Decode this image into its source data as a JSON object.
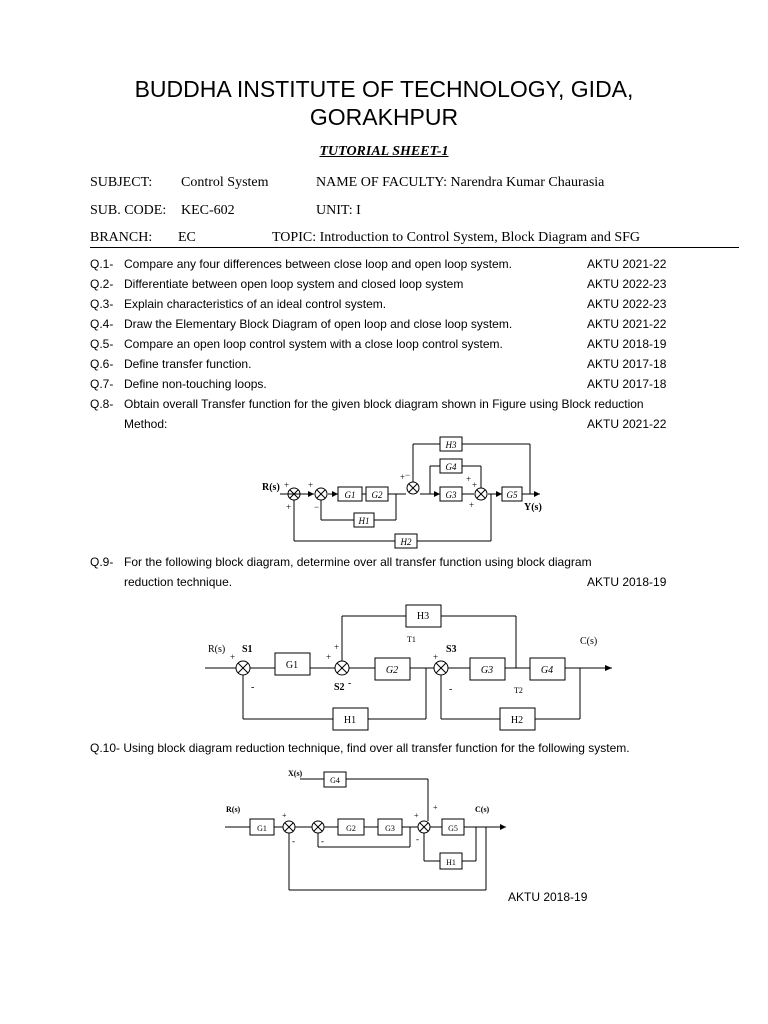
{
  "header": {
    "title_line1": "BUDDHA INSTITUTE OF TECHNOLOGY, GIDA,",
    "title_line2": "GORAKHPUR",
    "sheet": "TUTORIAL SHEET-1"
  },
  "info": {
    "subject_label": "SUBJECT:",
    "subject_value": "Control System",
    "faculty": "NAME OF FACULTY: Narendra Kumar Chaurasia",
    "code_label": "SUB. CODE:",
    "code_value": "KEC-602",
    "unit": "UNIT:  I",
    "branch_label": "BRANCH:",
    "branch_value": "EC",
    "topic": "TOPIC: Introduction to Control System, Block Diagram and SFG"
  },
  "questions": [
    {
      "num": "Q.1-",
      "text": "Compare any four differences between close loop and open loop system.",
      "ref": "AKTU 2021-22"
    },
    {
      "num": "Q.2-",
      "text": "Differentiate between open loop system and closed loop system",
      "ref": "AKTU 2022-23"
    },
    {
      "num": "Q.3-",
      "text": "Explain characteristics of an ideal control system.",
      "ref": "AKTU 2022-23"
    },
    {
      "num": "Q.4-",
      "text": "Draw the Elementary Block Diagram of open loop and close loop system.",
      "ref": "AKTU 2021-22"
    },
    {
      "num": "Q.5-",
      "text": "Compare an open loop control system with a close loop control system.",
      "ref": "AKTU 2018-19"
    },
    {
      "num": "Q.6-",
      "text": "Define transfer function.",
      "ref": "AKTU 2017-18"
    },
    {
      "num": "Q.7-",
      "text": "Define non-touching loops.",
      "ref": "AKTU 2017-18"
    }
  ],
  "q8": {
    "num": "Q.8-",
    "line1": "Obtain overall Transfer function for the given block diagram shown in Figure using Block reduction",
    "line2": "Method:",
    "ref": "AKTU 2021-22"
  },
  "q9": {
    "num": "Q.9-",
    "line1": "For the following block diagram, determine over all transfer function using block diagram",
    "line2": "reduction technique.",
    "ref": "AKTU 2018-19"
  },
  "q10": {
    "text": "Q.10- Using block diagram reduction technique, find over all transfer function for the following system.",
    "ref": "AKTU 2018-19"
  },
  "diagram1": {
    "input": "R(s)",
    "output": "Y(s)",
    "blocks": {
      "g1": "G1",
      "g2": "G2",
      "g3": "G3",
      "g4": "G4",
      "g5": "G5",
      "h1": "H1",
      "h2": "H2",
      "h3": "H3"
    }
  },
  "diagram2": {
    "input": "R(s)",
    "output": "C(s)",
    "s1": "S1",
    "s2": "S2",
    "s3": "S3",
    "t1": "T1",
    "t2": "T2",
    "blocks": {
      "g1": "G1",
      "g2": "G2",
      "g3": "G3",
      "g4": "G4",
      "h1": "H1",
      "h2": "H2",
      "h3": "H3"
    }
  },
  "diagram3": {
    "input": "R(s)",
    "disturbance": "X(s)",
    "output": "C(s)",
    "blocks": {
      "g1": "G1",
      "g2": "G2",
      "g3": "G3",
      "g4": "G4",
      "g5": "G5",
      "h1": "H1"
    }
  }
}
